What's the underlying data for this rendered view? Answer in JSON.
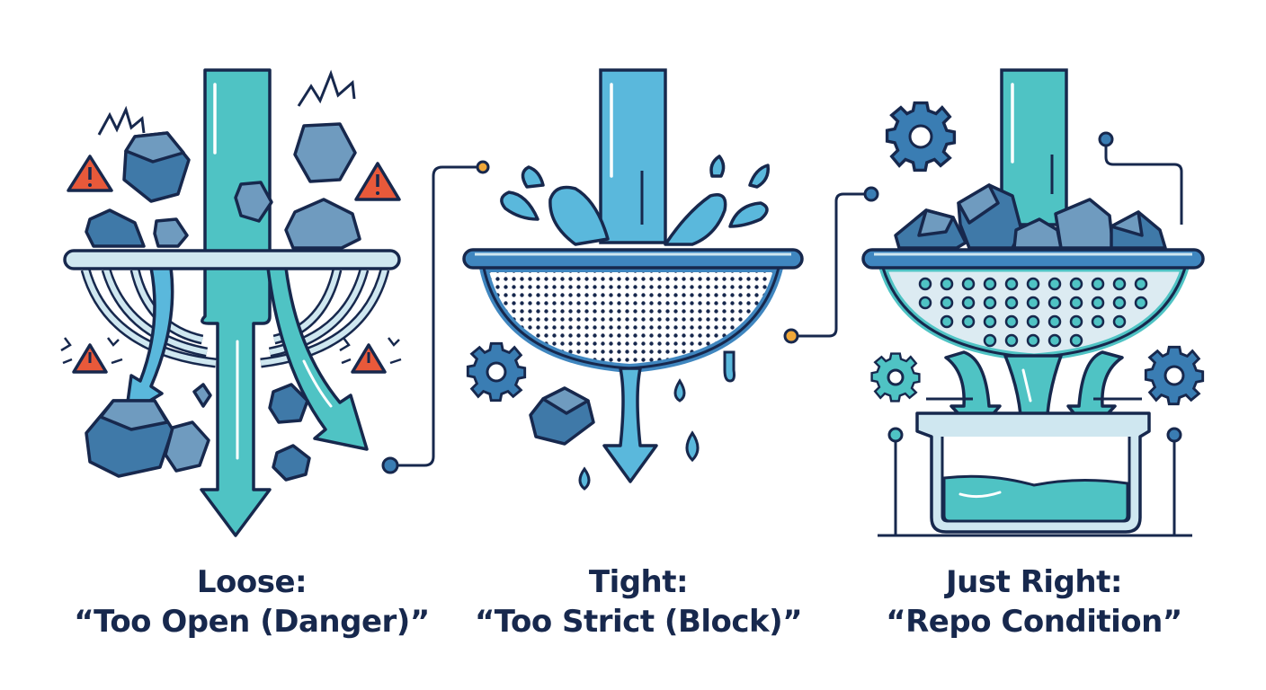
{
  "panels": [
    {
      "id": "loose",
      "title": "Loose:",
      "subtitle": "“Too Open (Danger)”",
      "description": "Wide-gap strainer lets water and rocks pass through; warning signs around"
    },
    {
      "id": "tight",
      "title": "Tight:",
      "subtitle": "“Too Strict (Block)”",
      "description": "Fine-mesh strainer blocks flow; water splashes over the rim"
    },
    {
      "id": "just-right",
      "title": "Just Right:",
      "subtitle": "“Repo Condition”",
      "description": "Medium-hole strainer retains rocks while water flows into a basin"
    }
  ],
  "colors": {
    "outline": "#17284d",
    "teal_water": "#4fc3c4",
    "blue_water": "#5ab8dc",
    "rock": "#3f79a8",
    "rock_light": "#6f9bbf",
    "rim_light": "#cfe7f0",
    "rim_blue": "#3f86bf",
    "warning": "#e8593a",
    "connector_dot": "#f0a83a",
    "gear": "#3a7db3",
    "background": "#ffffff"
  }
}
